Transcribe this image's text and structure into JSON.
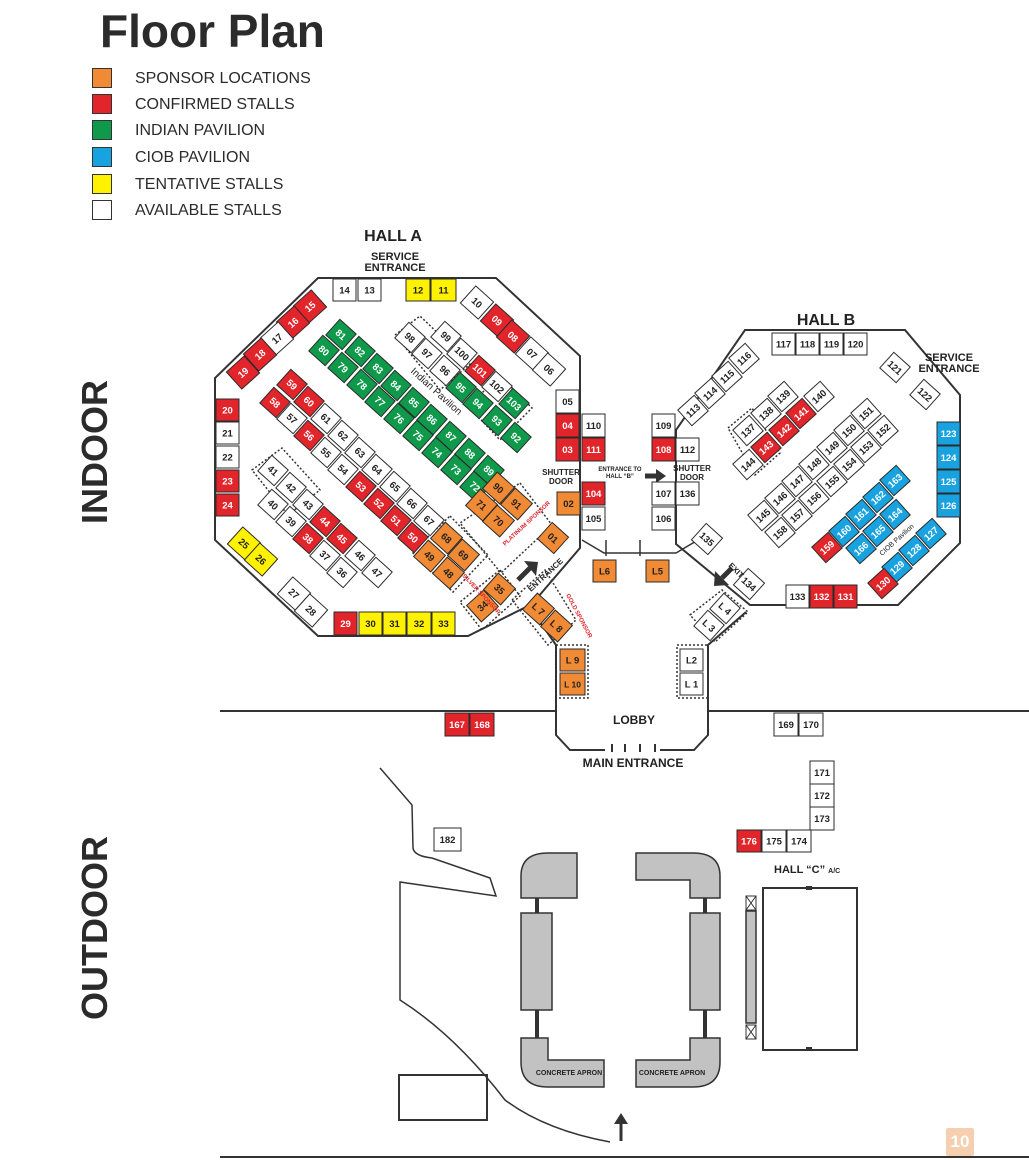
{
  "title": "Floor Plan",
  "page_number": "10",
  "legend": [
    {
      "label": "SPONSOR LOCATIONS",
      "color": "#f08a34"
    },
    {
      "label": "CONFIRMED STALLS",
      "color": "#e2242b"
    },
    {
      "label": "INDIAN PAVILION",
      "color": "#0f9a4b"
    },
    {
      "label": "CIOB PAVILION",
      "color": "#18a3e0"
    },
    {
      "label": "TENTATIVE STALLS",
      "color": "#fff200"
    },
    {
      "label": "AVAILABLE STALLS",
      "color": "#ffffff"
    }
  ],
  "zones": {
    "indoor": "INDOOR",
    "outdoor": "OUTDOOR"
  },
  "labels": {
    "hall_a": "HALL A",
    "hall_b": "HALL B",
    "hall_c": "HALL “C”",
    "hall_c_ac": "A/C",
    "service_entrance_1": "SERVICE",
    "service_entrance_2": "ENTRANCE",
    "shutter_1": "SHUTTER",
    "shutter_2": "DOOR",
    "entrance_b_1": "ENTRANCE TO",
    "entrance_b_2": "HALL “B”",
    "entrance": "ENTRANCE",
    "exit": "EXIT",
    "lobby": "LOBBY",
    "main_entrance": "MAIN ENTRANCE",
    "concrete_apron": "CONCRETE APRON",
    "indian_pavilion": "Indian Pavilion",
    "ciob_pavilion": "CIOB Pavilion",
    "platinum_sponsor": "PLATINUM SPONSOR",
    "silver_sponsor": "SILVER SPONSOR",
    "gold_sponsor": "GOLD SPONSOR"
  },
  "stalls": [
    {
      "id": "14",
      "s": "a"
    },
    {
      "id": "13",
      "s": "a"
    },
    {
      "id": "12",
      "s": "t"
    },
    {
      "id": "11",
      "s": "t"
    },
    {
      "id": "10",
      "s": "a"
    },
    {
      "id": "09",
      "s": "c"
    },
    {
      "id": "08",
      "s": "c"
    },
    {
      "id": "07",
      "s": "a"
    },
    {
      "id": "06",
      "s": "a"
    },
    {
      "id": "15",
      "s": "c"
    },
    {
      "id": "16",
      "s": "c"
    },
    {
      "id": "17",
      "s": "a"
    },
    {
      "id": "18",
      "s": "c"
    },
    {
      "id": "19",
      "s": "c"
    },
    {
      "id": "20",
      "s": "c"
    },
    {
      "id": "21",
      "s": "a"
    },
    {
      "id": "22",
      "s": "a"
    },
    {
      "id": "23",
      "s": "c"
    },
    {
      "id": "24",
      "s": "c"
    },
    {
      "id": "25",
      "s": "t"
    },
    {
      "id": "26",
      "s": "t"
    },
    {
      "id": "27",
      "s": "a"
    },
    {
      "id": "28",
      "s": "a"
    },
    {
      "id": "29",
      "s": "c"
    },
    {
      "id": "30",
      "s": "t"
    },
    {
      "id": "31",
      "s": "t"
    },
    {
      "id": "32",
      "s": "t"
    },
    {
      "id": "33",
      "s": "t"
    },
    {
      "id": "80",
      "s": "g"
    },
    {
      "id": "81",
      "s": "g"
    },
    {
      "id": "79",
      "s": "g"
    },
    {
      "id": "82",
      "s": "g"
    },
    {
      "id": "78",
      "s": "g"
    },
    {
      "id": "83",
      "s": "g"
    },
    {
      "id": "77",
      "s": "g"
    },
    {
      "id": "84",
      "s": "g"
    },
    {
      "id": "76",
      "s": "g"
    },
    {
      "id": "85",
      "s": "g"
    },
    {
      "id": "75",
      "s": "g"
    },
    {
      "id": "86",
      "s": "g"
    },
    {
      "id": "74",
      "s": "g"
    },
    {
      "id": "87",
      "s": "g"
    },
    {
      "id": "73",
      "s": "g"
    },
    {
      "id": "88",
      "s": "g"
    },
    {
      "id": "72",
      "s": "g"
    },
    {
      "id": "89",
      "s": "g"
    },
    {
      "id": "95",
      "s": "g"
    },
    {
      "id": "94",
      "s": "g"
    },
    {
      "id": "103",
      "s": "g"
    },
    {
      "id": "93",
      "s": "g"
    },
    {
      "id": "92",
      "s": "g"
    },
    {
      "id": "98",
      "s": "a"
    },
    {
      "id": "99",
      "s": "a"
    },
    {
      "id": "97",
      "s": "a"
    },
    {
      "id": "100",
      "s": "a"
    },
    {
      "id": "96",
      "s": "a"
    },
    {
      "id": "101",
      "s": "c"
    },
    {
      "id": "102",
      "s": "a"
    },
    {
      "id": "71",
      "s": "o"
    },
    {
      "id": "90",
      "s": "o"
    },
    {
      "id": "70",
      "s": "o"
    },
    {
      "id": "91",
      "s": "o"
    },
    {
      "id": "59",
      "s": "c"
    },
    {
      "id": "58",
      "s": "c"
    },
    {
      "id": "60",
      "s": "c"
    },
    {
      "id": "57",
      "s": "a"
    },
    {
      "id": "61",
      "s": "a"
    },
    {
      "id": "56",
      "s": "c"
    },
    {
      "id": "62",
      "s": "a"
    },
    {
      "id": "55",
      "s": "a"
    },
    {
      "id": "63",
      "s": "a"
    },
    {
      "id": "54",
      "s": "a"
    },
    {
      "id": "64",
      "s": "a"
    },
    {
      "id": "53",
      "s": "c"
    },
    {
      "id": "65",
      "s": "a"
    },
    {
      "id": "52",
      "s": "c"
    },
    {
      "id": "66",
      "s": "a"
    },
    {
      "id": "51",
      "s": "c"
    },
    {
      "id": "67",
      "s": "a"
    },
    {
      "id": "50",
      "s": "c"
    },
    {
      "id": "68",
      "s": "o"
    },
    {
      "id": "49",
      "s": "o"
    },
    {
      "id": "69",
      "s": "o"
    },
    {
      "id": "48",
      "s": "o"
    },
    {
      "id": "41",
      "s": "a"
    },
    {
      "id": "42",
      "s": "a"
    },
    {
      "id": "40",
      "s": "a"
    },
    {
      "id": "43",
      "s": "a"
    },
    {
      "id": "39",
      "s": "a"
    },
    {
      "id": "44",
      "s": "c"
    },
    {
      "id": "38",
      "s": "c"
    },
    {
      "id": "45",
      "s": "c"
    },
    {
      "id": "37",
      "s": "a"
    },
    {
      "id": "46",
      "s": "a"
    },
    {
      "id": "36",
      "s": "a"
    },
    {
      "id": "47",
      "s": "a"
    },
    {
      "id": "35",
      "s": "o"
    },
    {
      "id": "34",
      "s": "o"
    },
    {
      "id": "L 7",
      "s": "o"
    },
    {
      "id": "L 8",
      "s": "o"
    },
    {
      "id": "01",
      "s": "o"
    },
    {
      "id": "02",
      "s": "o"
    },
    {
      "id": "L6",
      "s": "o"
    },
    {
      "id": "L5",
      "s": "o"
    },
    {
      "id": "05",
      "s": "a"
    },
    {
      "id": "04",
      "s": "c"
    },
    {
      "id": "03",
      "s": "c"
    },
    {
      "id": "110",
      "s": "a"
    },
    {
      "id": "111",
      "s": "c"
    },
    {
      "id": "104",
      "s": "c"
    },
    {
      "id": "105",
      "s": "a"
    },
    {
      "id": "109",
      "s": "a"
    },
    {
      "id": "108",
      "s": "c"
    },
    {
      "id": "112",
      "s": "a"
    },
    {
      "id": "107",
      "s": "a"
    },
    {
      "id": "136",
      "s": "a"
    },
    {
      "id": "106",
      "s": "a"
    },
    {
      "id": "135",
      "s": "a"
    },
    {
      "id": "134",
      "s": "a"
    },
    {
      "id": "L 4",
      "s": "a"
    },
    {
      "id": "L 3",
      "s": "a"
    },
    {
      "id": "L2",
      "s": "a"
    },
    {
      "id": "L 1",
      "s": "a"
    },
    {
      "id": "L 9",
      "s": "o"
    },
    {
      "id": "L 10",
      "s": "o"
    },
    {
      "id": "117",
      "s": "a"
    },
    {
      "id": "118",
      "s": "a"
    },
    {
      "id": "119",
      "s": "a"
    },
    {
      "id": "120",
      "s": "a"
    },
    {
      "id": "116",
      "s": "a"
    },
    {
      "id": "115",
      "s": "a"
    },
    {
      "id": "114",
      "s": "a"
    },
    {
      "id": "113",
      "s": "a"
    },
    {
      "id": "121",
      "s": "a"
    },
    {
      "id": "122",
      "s": "a"
    },
    {
      "id": "123",
      "s": "b"
    },
    {
      "id": "124",
      "s": "b"
    },
    {
      "id": "125",
      "s": "b"
    },
    {
      "id": "126",
      "s": "b"
    },
    {
      "id": "139",
      "s": "a"
    },
    {
      "id": "140",
      "s": "a"
    },
    {
      "id": "138",
      "s": "a"
    },
    {
      "id": "141",
      "s": "c"
    },
    {
      "id": "137",
      "s": "a"
    },
    {
      "id": "142",
      "s": "c"
    },
    {
      "id": "143",
      "s": "c"
    },
    {
      "id": "144",
      "s": "a"
    },
    {
      "id": "151",
      "s": "a"
    },
    {
      "id": "150",
      "s": "a"
    },
    {
      "id": "152",
      "s": "a"
    },
    {
      "id": "149",
      "s": "a"
    },
    {
      "id": "153",
      "s": "a"
    },
    {
      "id": "148",
      "s": "a"
    },
    {
      "id": "154",
      "s": "a"
    },
    {
      "id": "147",
      "s": "a"
    },
    {
      "id": "155",
      "s": "a"
    },
    {
      "id": "146",
      "s": "a"
    },
    {
      "id": "156",
      "s": "a"
    },
    {
      "id": "145",
      "s": "a"
    },
    {
      "id": "157",
      "s": "a"
    },
    {
      "id": "158",
      "s": "a"
    },
    {
      "id": "163",
      "s": "b"
    },
    {
      "id": "162",
      "s": "b"
    },
    {
      "id": "161",
      "s": "b"
    },
    {
      "id": "164",
      "s": "b"
    },
    {
      "id": "160",
      "s": "b"
    },
    {
      "id": "165",
      "s": "b"
    },
    {
      "id": "166",
      "s": "b"
    },
    {
      "id": "159",
      "s": "c"
    },
    {
      "id": "127",
      "s": "b"
    },
    {
      "id": "128",
      "s": "b"
    },
    {
      "id": "129",
      "s": "b"
    },
    {
      "id": "130",
      "s": "c"
    },
    {
      "id": "133",
      "s": "a"
    },
    {
      "id": "132",
      "s": "c"
    },
    {
      "id": "131",
      "s": "c"
    },
    {
      "id": "167",
      "s": "c"
    },
    {
      "id": "168",
      "s": "c"
    },
    {
      "id": "169",
      "s": "a"
    },
    {
      "id": "170",
      "s": "a"
    },
    {
      "id": "171",
      "s": "a"
    },
    {
      "id": "172",
      "s": "a"
    },
    {
      "id": "173",
      "s": "a"
    },
    {
      "id": "176",
      "s": "c"
    },
    {
      "id": "175",
      "s": "a"
    },
    {
      "id": "174",
      "s": "a"
    },
    {
      "id": "182",
      "s": "a"
    }
  ]
}
